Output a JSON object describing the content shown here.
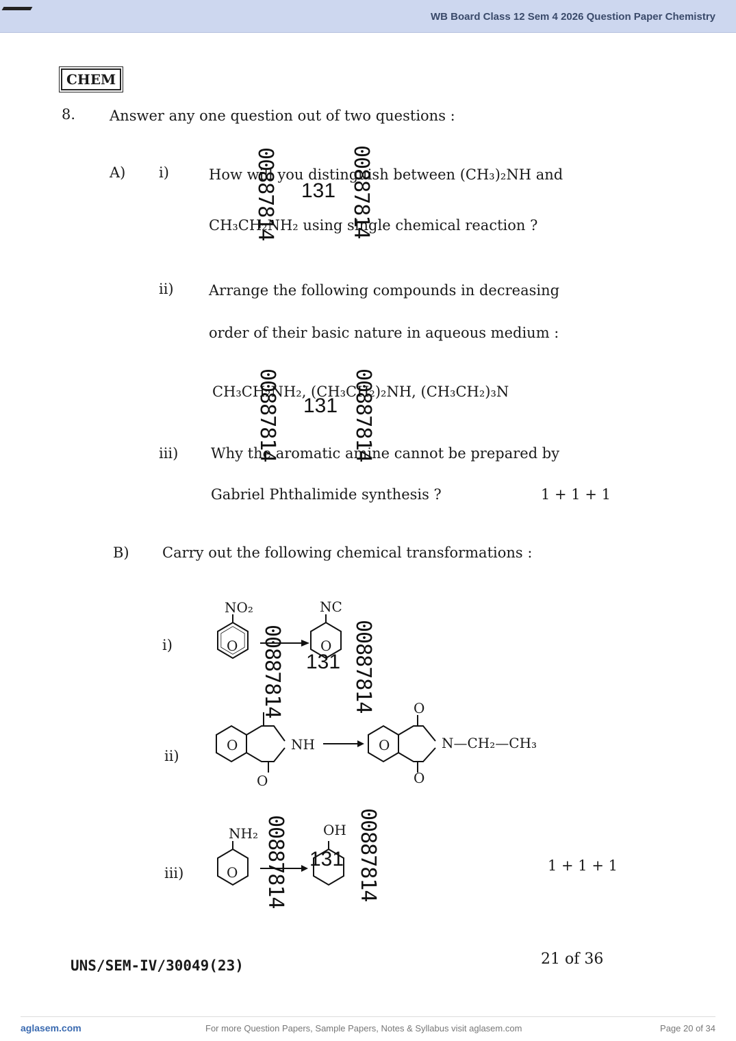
{
  "header": {
    "title": "WB Board Class 12 Sem 4 2026 Question Paper Chemistry"
  },
  "paper": {
    "subject_box": "CHEM",
    "q_number": "8.",
    "q_instruction": "Answer any one question out of two questions :",
    "part_a": {
      "label": "A)",
      "i": {
        "num": "i)",
        "line1": "How will you distinguish between (CH₃)₂NH and",
        "line2": "CH₃CH₂NH₂ using single chemical reaction ?"
      },
      "ii": {
        "num": "ii)",
        "line1": "Arrange the following compounds in decreasing",
        "line2": "order of their basic nature in aqueous medium :",
        "compounds": "CH₃CH₂NH₂, (CH₃CH₂)₂NH, (CH₃CH₂)₃N"
      },
      "iii": {
        "num": "iii)",
        "line1": "Why the aromatic amine cannot be prepared by",
        "line2": "Gabriel Phthalimide synthesis ?",
        "marks": "1 + 1 + 1"
      }
    },
    "part_b": {
      "label": "B)",
      "instruction": "Carry out the following chemical transformations :",
      "i": {
        "num": "i)",
        "reactant_group": "NO₂",
        "product_group": "NC",
        "ring_label": "O"
      },
      "ii": {
        "num": "ii)",
        "reactant_group": "NH",
        "product_group": "N—CH₂—CH₃",
        "carbonyl": "O",
        "ring_label": "O"
      },
      "iii": {
        "num": "iii)",
        "reactant_group": "NH₂",
        "product_group": "OH",
        "ring_label": "O",
        "marks": "1 + 1 + 1"
      }
    },
    "stamps": {
      "serial": "00887814",
      "code": "131"
    },
    "bottom_code": "UNS/SEM-IV/30049(23)",
    "page_of": "21 of 36"
  },
  "footer": {
    "site": "aglasem.com",
    "promo": "For more Question Papers, Sample Papers, Notes & Syllabus visit aglasem.com",
    "page": "Page 20 of 34"
  }
}
